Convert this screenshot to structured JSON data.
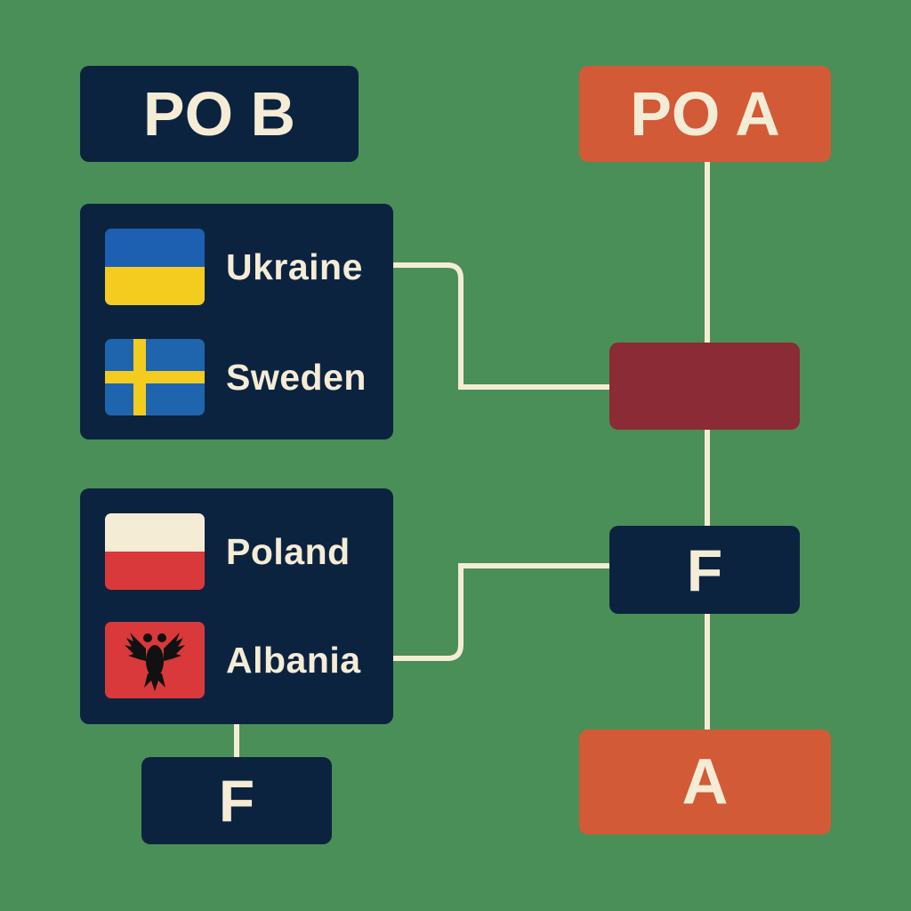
{
  "pot_b": {
    "label": "PO B"
  },
  "pot_a": {
    "label": "PO A"
  },
  "group_1": {
    "teams": [
      {
        "name": "Ukraine",
        "flag": "ukraine-flag",
        "colors": [
          "#1d5fb0",
          "#f3cc1f"
        ]
      },
      {
        "name": "Sweden",
        "flag": "sweden-flag",
        "colors": [
          "#1f65ad",
          "#f3cc1f"
        ]
      }
    ]
  },
  "group_2": {
    "teams": [
      {
        "name": "Poland",
        "flag": "poland-flag",
        "colors": [
          "#f5ecd6",
          "#d9393b"
        ]
      },
      {
        "name": "Albania",
        "flag": "albania-flag",
        "colors": [
          "#d9393b",
          "#111111"
        ]
      }
    ]
  },
  "left_bottom": {
    "label": "F"
  },
  "right_mid": {
    "label": "F"
  },
  "right_bottom": {
    "label": "A"
  },
  "colors": {
    "background": "#4a8f57",
    "navy": "#0c2340",
    "orange": "#d35a36",
    "maroon": "#8a2b35",
    "line": "#f5ecd6"
  }
}
